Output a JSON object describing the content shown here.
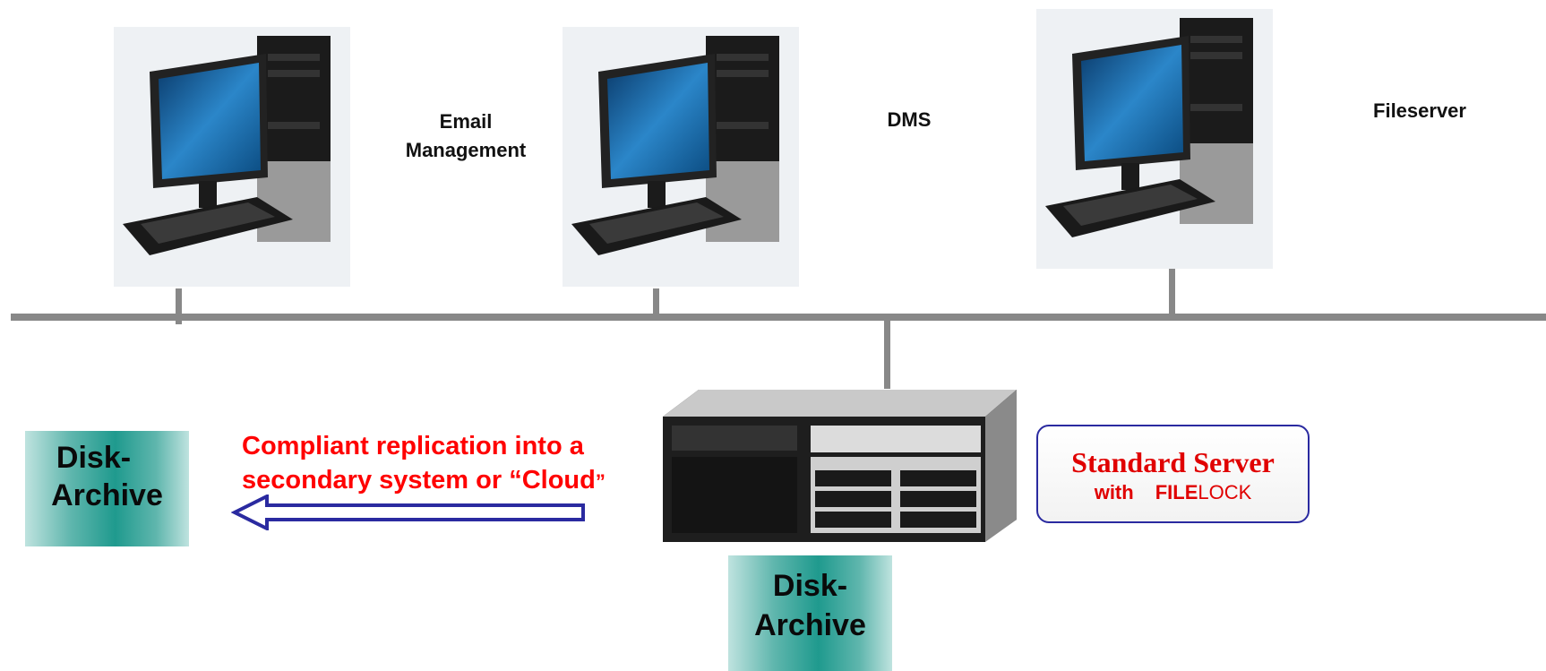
{
  "computers": [
    {
      "label_lines": [
        "Email",
        "Management"
      ],
      "icon": "desktop-computer-icon"
    },
    {
      "label_lines": [
        "DMS"
      ],
      "icon": "desktop-computer-icon"
    },
    {
      "label_lines": [
        "Fileserver"
      ],
      "icon": "desktop-computer-icon"
    }
  ],
  "replication": {
    "line1": "Compliant replication into a",
    "line2_prefix": "secondary system or ",
    "line2_cloud": "“Cloud",
    "line2_close": "”"
  },
  "archives": [
    {
      "line1": "Disk-",
      "line2": "Archive"
    },
    {
      "line1": "Disk-",
      "line2": "Archive"
    }
  ],
  "standard_server": {
    "title": "Standard Server",
    "with": "with",
    "brand_bold": "FILE",
    "brand_regular": "LOCK"
  },
  "colors": {
    "accent_red": "#ff0000",
    "arrow_blue": "#2a2aa0",
    "archive_teal": "#1f9a8e",
    "bus_gray": "#888888"
  }
}
